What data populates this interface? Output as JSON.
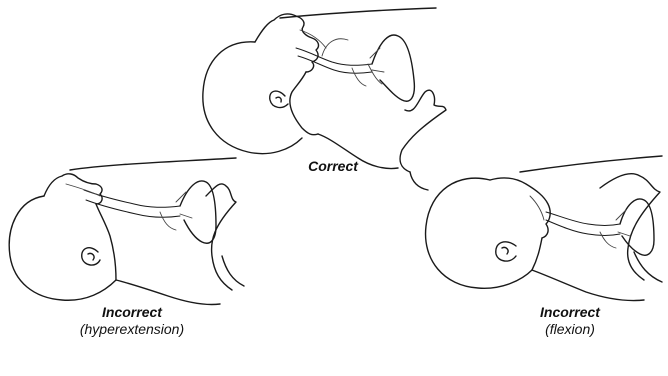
{
  "figures": [
    {
      "id": "correct",
      "label": "Correct",
      "detail": ""
    },
    {
      "id": "hyperextension",
      "label": "Incorrect",
      "detail": "(hyperextension)"
    },
    {
      "id": "flexion",
      "label": "Incorrect",
      "detail": "(flexion)"
    }
  ],
  "colors": {
    "line": "#1a1a1a",
    "background": "#ffffff",
    "text": "#111111"
  }
}
